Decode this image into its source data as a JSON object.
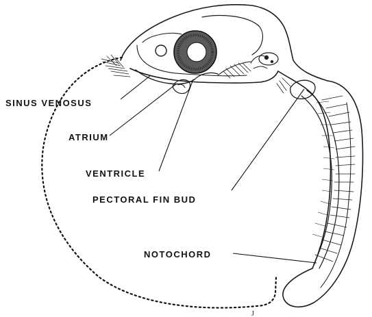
{
  "figure": {
    "labels": {
      "sinus_venosus": "SINUS VENOSUS",
      "atrium": "ATRIUM",
      "ventricle": "VENTRICLE",
      "pectoral_fin_bud": "PECTORAL FIN BUD",
      "notochord": "NOTOCHORD"
    },
    "initials": "J"
  }
}
